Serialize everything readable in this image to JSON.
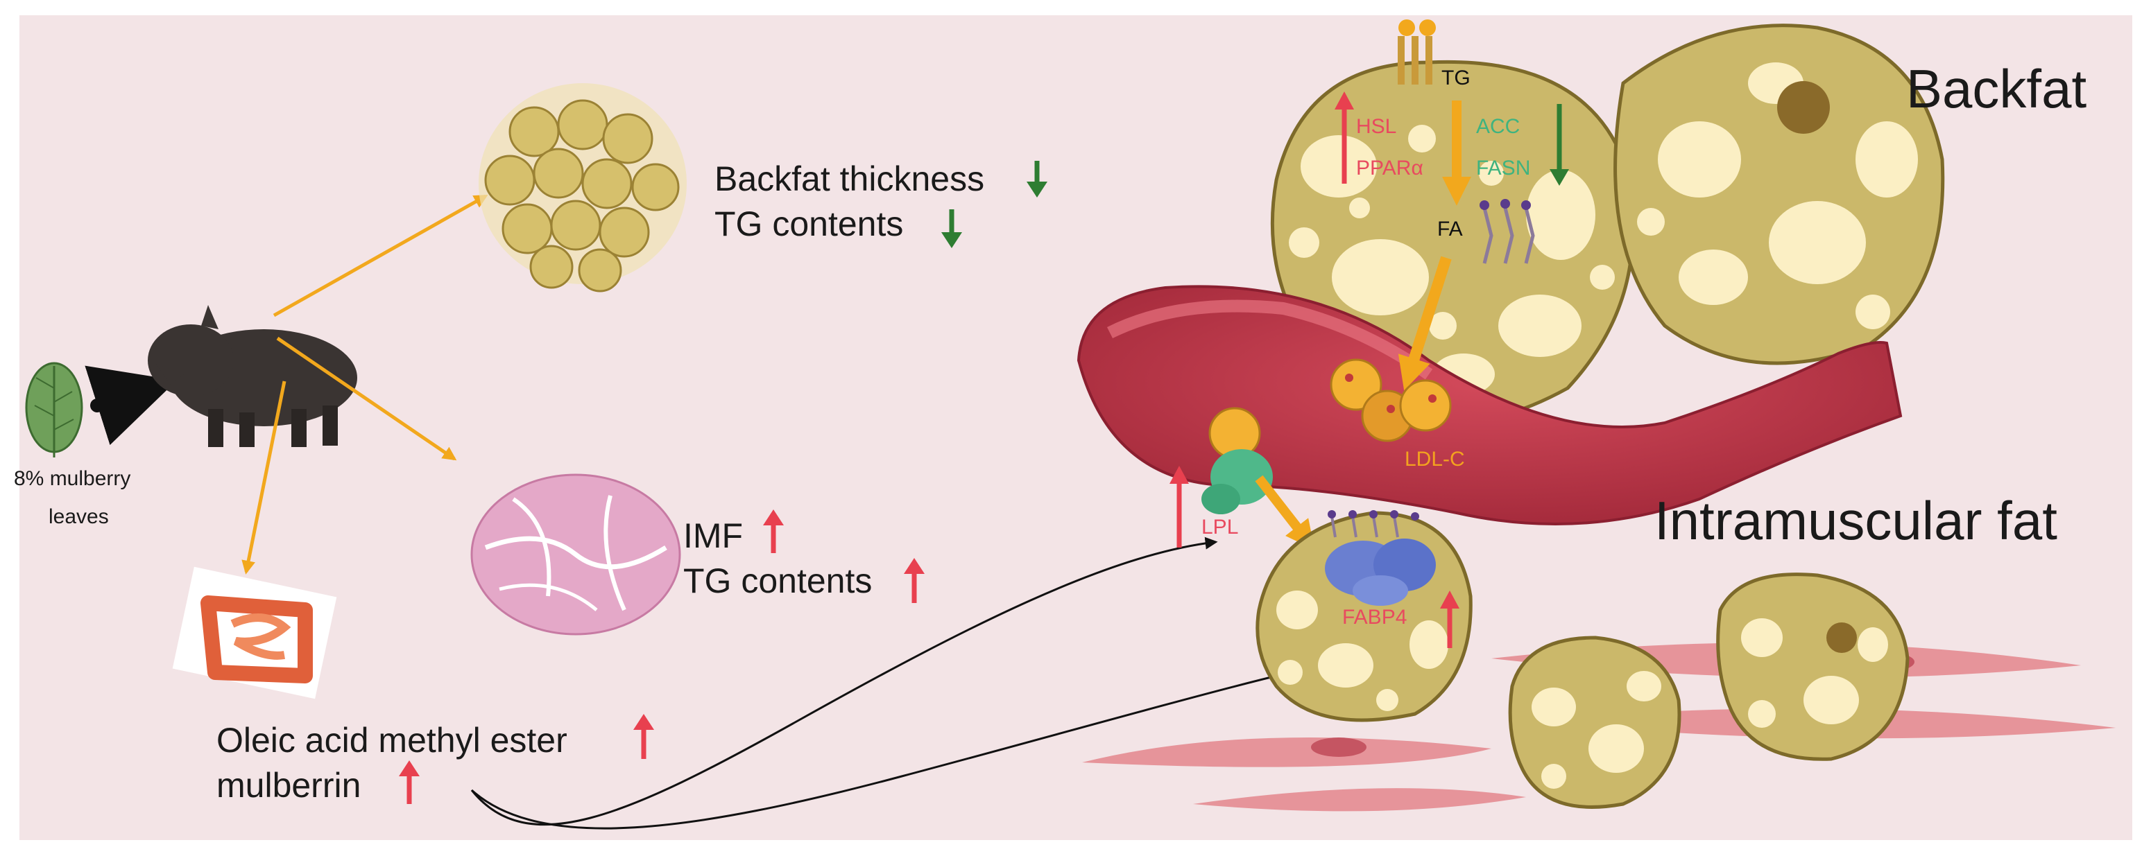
{
  "labels": {
    "leaf": [
      "8% mulberry",
      "leaves"
    ],
    "backfat_thickness": "Backfat thickness",
    "tg_contents_backfat": "TG contents",
    "imf": "IMF",
    "tg_contents_imf": "TG contents",
    "oleic_acid": "Oleic acid methyl ester",
    "mulberrin": "mulberrin",
    "backfat_title": "Backfat",
    "intramuscular_title": "Intramuscular fat",
    "tg": "TG",
    "fa": "FA",
    "hsl": "HSL",
    "ppar": "PPARα",
    "acc": "ACC",
    "fasn": "FASN",
    "ldlc": "LDL-C",
    "lpl": "LPL",
    "fabp4": "FABP4"
  },
  "colors": {
    "background": "#f3e4e6",
    "up_arrow": "#e8404f",
    "down_arrow": "#2e7d32",
    "flow_arrow": "#f2a81d",
    "fat_cell": "#cbb86a",
    "fat_droplet": "#fbefc4",
    "vessel": "#b9384a",
    "red_label": "#e84a5f",
    "green_label": "#3fb37f",
    "orange_label": "#f3a21f"
  }
}
